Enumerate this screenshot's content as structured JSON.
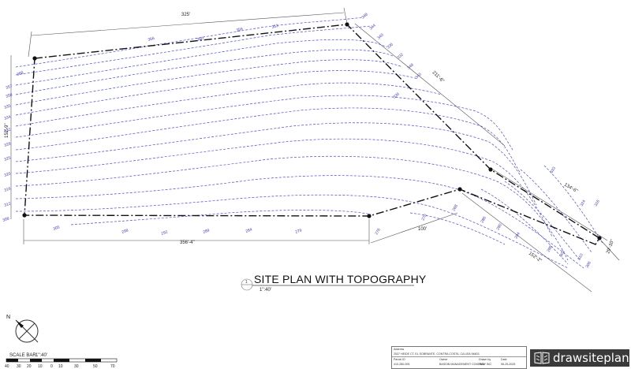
{
  "drawing": {
    "title": "SITE PLAN WITH TOPOGRAPHY",
    "detail_number": "1",
    "scale_note": "1\":40'",
    "scale_bar_label": "SCALE BAR",
    "scale_bar_value": "1\":40'",
    "scale_ticks": [
      "40",
      "30",
      "20",
      "10",
      "0",
      "10",
      "30",
      "50",
      "70"
    ]
  },
  "dimensions": {
    "top": "325'",
    "top_right_diag": "211'-6\"",
    "left": "152'-9\"",
    "bottom": "356'-4\"",
    "lower_mid": "100'",
    "bottom_right_diag": "152'-2\"",
    "right_diag": "134'-6\"",
    "right_end": "29'-10\""
  },
  "contours": {
    "left_labels": [
      "368",
      "357",
      "358",
      "335",
      "334",
      "332",
      "328",
      "325",
      "320",
      "316",
      "312",
      "308"
    ],
    "top_labels": [
      "366",
      "360",
      "356",
      "352",
      "348",
      "344",
      "340",
      "336",
      "332"
    ],
    "right_labels": [
      "348",
      "340",
      "336",
      "332",
      "328",
      "324",
      "320",
      "316"
    ],
    "bottom_labels": [
      "305",
      "298",
      "292",
      "289",
      "284",
      "279",
      "276",
      "270",
      "268",
      "262",
      "256"
    ],
    "far_right_labels": [
      "333",
      "324",
      "316",
      "310",
      "306",
      "302",
      "298",
      "294",
      "290",
      "286"
    ]
  },
  "title_block": {
    "address_label": "Address",
    "address": "2537 HEIDE CT, EL SOBRANTE, CONTRA COSTA, CA USA 94803",
    "parcel_label": "Parcel ID",
    "parcel": "410-280-005",
    "owner_label": "Owner",
    "owner": "BASDIN MANAGEMENT COMPANY INC",
    "drawn_label": "Drawn by",
    "drawn": "JMD",
    "date_label": "Date",
    "date": "06-25-2025"
  },
  "brand": {
    "name": "drawsiteplan"
  }
}
